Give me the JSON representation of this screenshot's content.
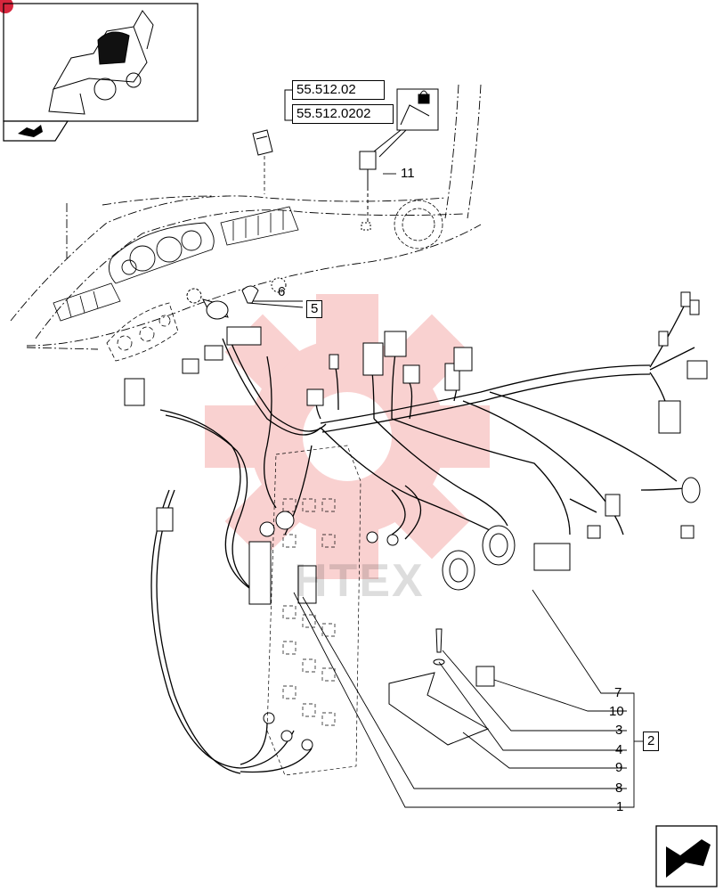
{
  "refs": {
    "ref_a": "55.512.02",
    "ref_b": "55.512.0202"
  },
  "callouts": {
    "c11": "11",
    "c6": "6",
    "c5": "5",
    "c7": "7",
    "c10": "10",
    "c3": "3",
    "c4": "4",
    "c2": "2",
    "c9": "9",
    "c8": "8",
    "c1": "1"
  },
  "watermark": "HTEX",
  "colors": {
    "line": "#000000",
    "watermark_red": "#e8312f",
    "badge_red": "#d7263d"
  },
  "icons": [
    "machine-thumbnail-icon",
    "view-arrow-icon",
    "padlock-icon",
    "next-page-arrow-icon"
  ]
}
